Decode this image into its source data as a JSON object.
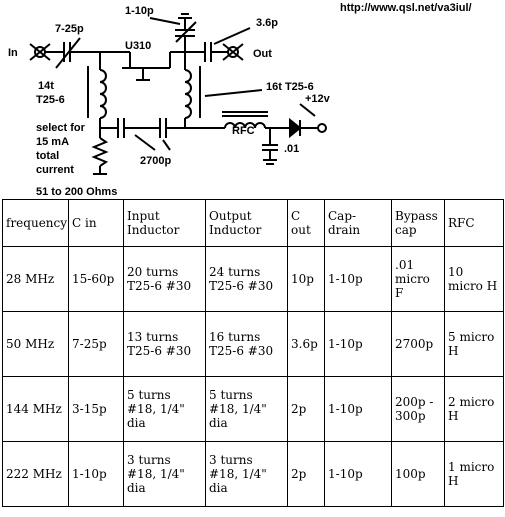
{
  "url": "http://www.qsl.net/va3iul/",
  "schematic": {
    "cin_label": "7-25p",
    "cap_drain_label": "1-10p",
    "cout_label": "3.6p",
    "fet_label": "U310",
    "in_label": "In",
    "out_label": "Out",
    "input_coil_turns": "14t",
    "input_coil_core": "T25-6",
    "output_coil_label": "16t T25-6",
    "supply_label": "+12v",
    "rfc_label": "RFC",
    "bypass_label": ".01",
    "bias_note": [
      "select for",
      "15 mA",
      "total",
      "current"
    ],
    "resistor_range": "51 to 200 Ohms",
    "cap_2700_label": "2700p"
  },
  "table": {
    "headers": [
      "frequency",
      "C in",
      "Input Inductor",
      "Output Inductor",
      "C out",
      "Cap-drain",
      "Bypass cap",
      "RFC"
    ],
    "rows": [
      [
        "28 MHz",
        "15-60p",
        "20 turns T25-6 #30",
        "24 turns T25-6 #30",
        "10p",
        "1-10p",
        ".01 micro F",
        "10 micro H"
      ],
      [
        "50 MHz",
        "7-25p",
        "13 turns T25-6 #30",
        "16 turns T25-6 #30",
        "3.6p",
        "1-10p",
        "2700p",
        "5 micro H"
      ],
      [
        "144 MHz",
        "3-15p",
        "5 turns #18, 1/4\" dia",
        "5 turns #18, 1/4\" dia",
        "2p",
        "1-10p",
        "200p - 300p",
        "2 micro H"
      ],
      [
        "222 MHz",
        "1-10p",
        "3 turns #18, 1/4\" dia",
        "3 turns #18, 1/4\" dia",
        "2p",
        "1-10p",
        "100p",
        "1 micro H"
      ]
    ]
  }
}
